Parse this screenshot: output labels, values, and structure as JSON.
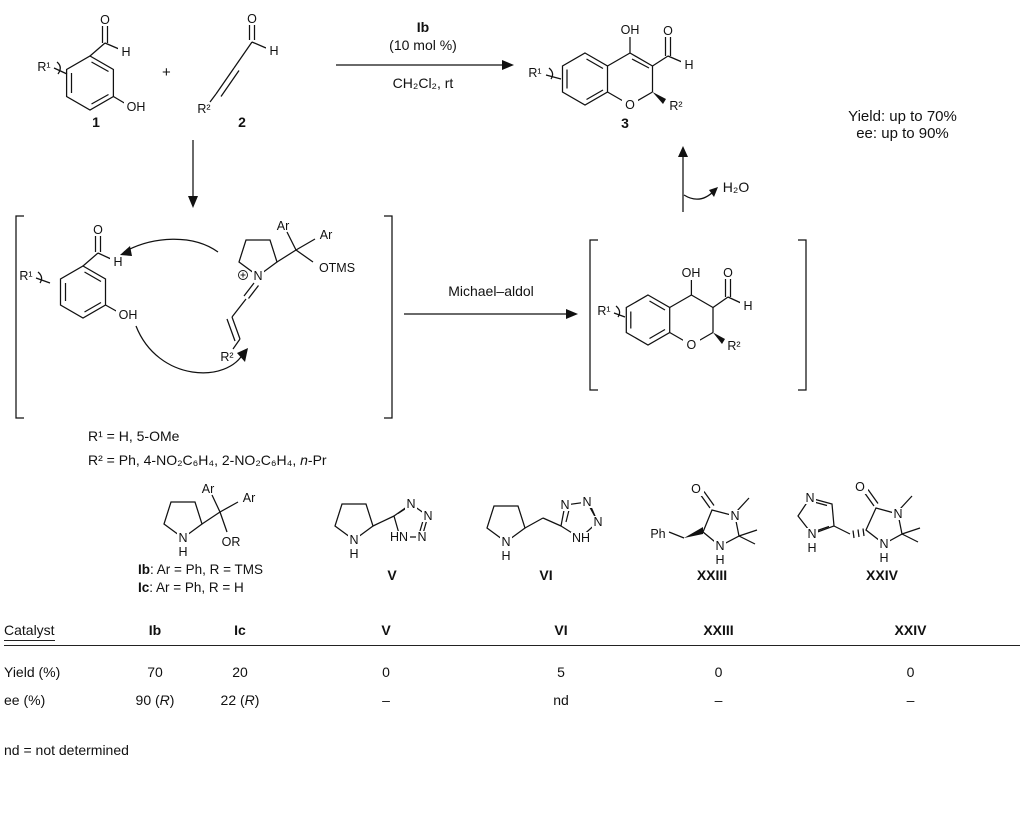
{
  "sym": {
    "O": "O",
    "H": "H",
    "OH": "OH",
    "N": "N",
    "HN": "HN",
    "NH": "NH",
    "plus": "+",
    "R1": "R¹",
    "R2": "R²",
    "Ar": "Ar",
    "OTMS": "OTMS",
    "OR": "OR",
    "Ph": "Ph",
    "H2O": "H₂O"
  },
  "compounds": {
    "c1": "1",
    "c2": "2",
    "c3": "3"
  },
  "reaction": {
    "catalyst": "Ib",
    "loading": "(10 mol %)",
    "solvent": "CH₂Cl₂, rt",
    "mechanism": "Michael–aldol"
  },
  "results": {
    "yield": "Yield: up to 70%",
    "ee": "ee: up to 90%"
  },
  "legend": {
    "r1": "R¹ = H, 5-OMe",
    "r2_html": "R² = Ph, 4-NO₂C₆H₄, 2-NO₂C₆H₄, <i>n</i>-Pr"
  },
  "catalysts": {
    "ib_html": "<b>Ib</b>: Ar = Ph, R = TMS",
    "ic_html": "<b>Ic</b>: Ar = Ph, R = H",
    "v": "V",
    "vi": "VI",
    "xxiii": "XXIII",
    "xxiv": "XXIV"
  },
  "table": {
    "headers": [
      "Catalyst",
      "Ib",
      "Ic",
      "V",
      "VI",
      "XXIII",
      "XXIV"
    ],
    "yield_label": "Yield (%)",
    "yield": [
      "70",
      "20",
      "0",
      "5",
      "0",
      "0"
    ],
    "ee_label": "ee (%)",
    "ee_html": [
      "90 (<i>R</i>)",
      "22 (<i>R</i>)",
      "–",
      "nd",
      "–",
      "–"
    ],
    "footnote": "nd = not determined"
  }
}
